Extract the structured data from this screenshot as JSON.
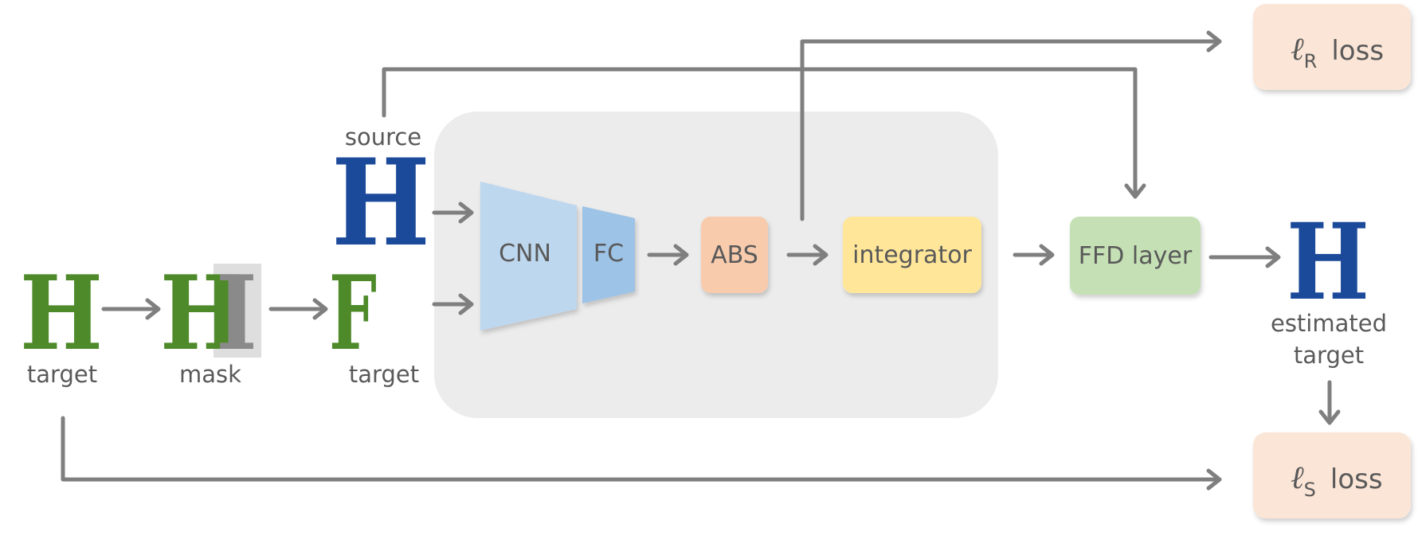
{
  "labels": {
    "source": "source",
    "target_left": "target",
    "mask": "mask",
    "target_masked": "target",
    "estimated_line1": "estimated",
    "estimated_line2": "target"
  },
  "blocks": {
    "cnn": "CNN",
    "fc": "FC",
    "abs": "ABS",
    "integrator": "integrator",
    "ffd": "FFD layer"
  },
  "losses": {
    "r_symbol": "ℓ",
    "r_subscript": "R",
    "r_text": "loss",
    "s_symbol": "ℓ",
    "s_subscript": "S",
    "s_text": "loss"
  },
  "glyphs": {
    "source": "H",
    "target": "H",
    "mask_green": "H",
    "mask_gray": "I",
    "masked_target": "F",
    "estimated": "H"
  },
  "colors": {
    "cnn": "#bdd7ee",
    "fc": "#9dc3e6",
    "abs": "#f8cbad",
    "integrator": "#ffe699",
    "ffd": "#c5e0b4",
    "loss": "#fbe5d6",
    "panel": "#ececec",
    "arrow": "#7f7f7f",
    "source_glyph": "#1c4a9a",
    "target_glyph": "#4e8a2a"
  }
}
